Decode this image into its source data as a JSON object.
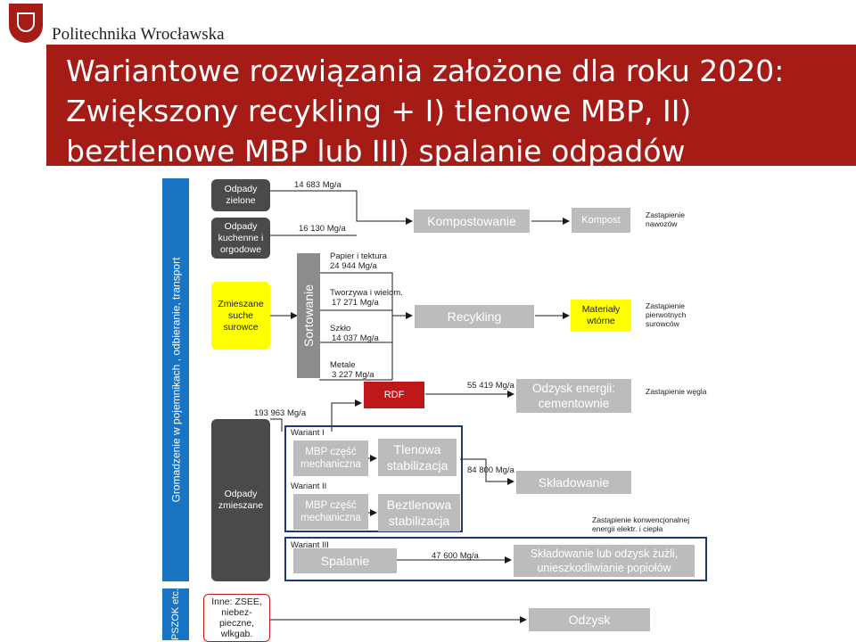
{
  "header": {
    "university": "Politechnika Wrocławska",
    "title_line1": "Wariantowe rozwiązania założone dla roku 2020:",
    "title_line2": "Zwiększony recykling + I) tlenowe MBP, II)",
    "title_line3": "beztlenowe MBP lub III) spalanie odpadów"
  },
  "sidebar": {
    "collection_label": "Gromadzenie w pojemnikach , odbieranie, transport",
    "pszok_label": "PSZOK  etc."
  },
  "sources": {
    "green": "Odpady zielone",
    "kitchen": "Odpady kuchenne i orgodowe",
    "dry": "Zmieszane suche surowce",
    "mixed": "Odpady zmieszane",
    "other": "Inne: ZSEE, niebez-pieczne, wlkgab."
  },
  "flows": {
    "green": "14 683 Mg/a",
    "kitchen": "16 130 Mg/a",
    "paper_label": "Papier i tektura",
    "paper": "24 944 Mg/a",
    "plastic_label": "Tworzywa i wielom.",
    "plastic": "17 271 Mg/a",
    "glass_label": "Szkło",
    "glass": "14 037 Mg/a",
    "metal_label": "Metale",
    "metal": "3 227 Mg/a",
    "mixed": "193 963 Mg/a",
    "rdf": "55 419 Mg/a",
    "landfill": "84 800 Mg/a",
    "incineration": "47 600 Mg/a"
  },
  "processes": {
    "sorting": "Sortowanie",
    "composting": "Kompostowanie",
    "recycling": "Recykling",
    "rdf": "RDF",
    "variant1": "Wariant I",
    "variant2": "Wariant II",
    "variant3": "Wariant III",
    "mbp1": "MBP część mechaniczna",
    "mbp2": "MBP część mechaniczna",
    "aerobic": "Tlenowa stabilizacja",
    "anaerobic": "Beztlenowa stabilizacja",
    "incineration": "Spalanie"
  },
  "products": {
    "compost": "Kompost",
    "secondary": "Materiały wtórne",
    "energy": "Odzysk energii: cementownie",
    "landfill": "Składowanie",
    "slag": "Składowanie lub odzysk żużli, unieszkodliwianie popiołów",
    "recovery": "Odzysk"
  },
  "effects": {
    "fertilizer": "Zastąpienie nawozów",
    "raw": "Zastąpienie pierwotnych surowców",
    "coal": "Zastąpienie węgla",
    "conventional": "Zastąpienie  konwencjonalnej energii elektr. i ciepła"
  },
  "colors": {
    "header": "#a51c17",
    "blue": "#1a74c4",
    "yellow": "#ffff00",
    "dark": "#4a4a4a",
    "gray": "#bcbcbc",
    "rdf": "#c01818",
    "navy": "#1f3b6e"
  }
}
